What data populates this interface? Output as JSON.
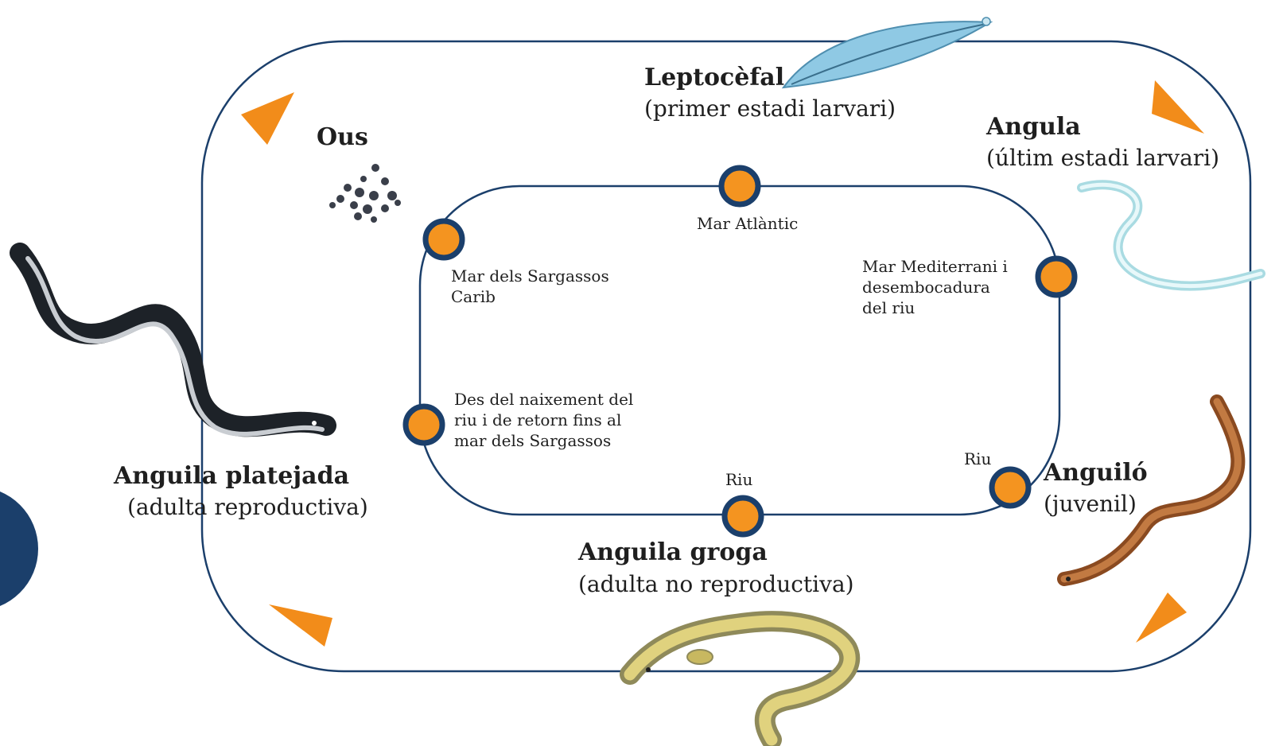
{
  "stages": {
    "leptocefal": {
      "name": "Leptocèfal",
      "desc": "(primer estadi larvari)"
    },
    "angula": {
      "name": "Angula",
      "desc": "(últim estadi larvari)"
    },
    "anguilo": {
      "name": "Anguiló",
      "desc": "(juvenil)"
    },
    "groga": {
      "name": "Anguila groga",
      "desc": "(adulta no reproductiva)"
    },
    "platejada": {
      "name": "Anguila platejada",
      "desc": "(adulta reproductiva)"
    },
    "ous": {
      "name": "Ous"
    }
  },
  "places": {
    "atlantic": "Mar Atlàntic",
    "sargassos": "Mar dels Sargassos\nCarib",
    "mediterrani": "Mar Mediterrani i\ndesembocadura\ndel riu",
    "retorn": "Des del naixement del\nriu i de retorn fins al\nmar dels Sargassos",
    "riu_bottom": "Riu",
    "riu_right": "Riu"
  },
  "colors": {
    "cycle_line": "#1b3f6b",
    "arrow": "#f28c1a",
    "marker_fill": "#f49420",
    "marker_ring": "#1b3f6b",
    "leptocephalus": "#8fc9e4",
    "glass_eel": "#d6f0f3",
    "elver": "#b0602c",
    "yellow_eel": "#d9c873",
    "silver_eel": "#1d2228",
    "egg": "#3a3f4a",
    "side_accent": "#1b3f6b"
  },
  "icons": [
    "leptocephalus-icon",
    "glass-eel-icon",
    "elver-icon",
    "yellow-eel-icon",
    "silver-eel-icon",
    "eggs-icon"
  ]
}
